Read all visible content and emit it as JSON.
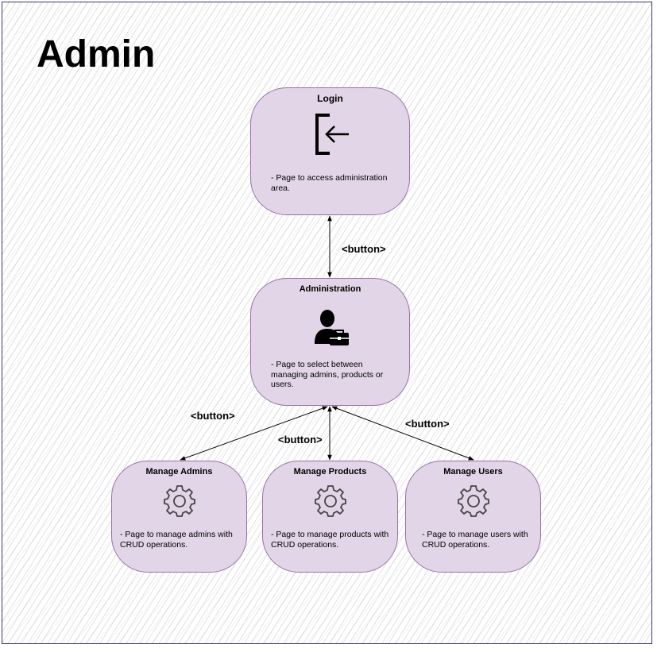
{
  "title": "Admin",
  "nodes": {
    "login": {
      "title": "Login",
      "icon": "login-icon",
      "description": "- Page to access administration area."
    },
    "administration": {
      "title": "Administration",
      "icon": "admin-user-icon",
      "description": "- Page to select between managing admins, products or users."
    },
    "manage_admins": {
      "title": "Manage Admins",
      "icon": "gear-icon",
      "description": "- Page to manage admins with CRUD operations."
    },
    "manage_products": {
      "title": "Manage Products",
      "icon": "gear-icon",
      "description": "- Page to manage products with CRUD operations."
    },
    "manage_users": {
      "title": "Manage Users",
      "icon": "gear-icon",
      "description": "- Page to manage users with CRUD operations."
    }
  },
  "edges": {
    "login_admin": "<button>",
    "admin_admins": "<button>",
    "admin_products": "<button>",
    "admin_users": "<button>"
  },
  "colors": {
    "node_fill": "#e1d5e7",
    "node_stroke": "#9673a6",
    "arrow": "#000000"
  }
}
